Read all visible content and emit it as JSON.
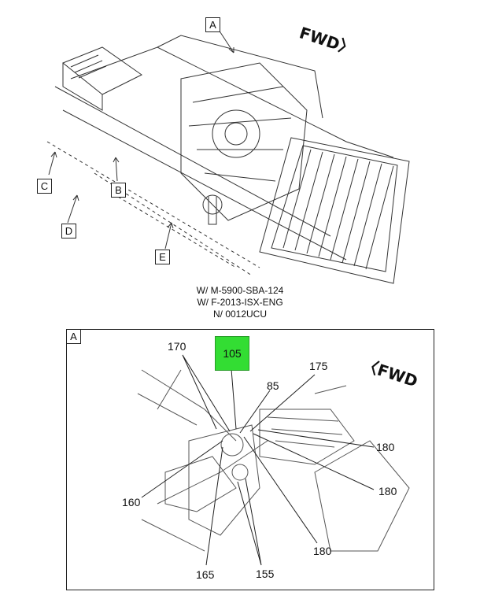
{
  "overview": {
    "view_labels": [
      "A",
      "B",
      "C",
      "D",
      "E"
    ],
    "fwd_label": "FWD"
  },
  "caption": {
    "lines": [
      "W/ M-5900-SBA-124",
      "W/ F-2013-ISX-ENG",
      "N/ 0012UCU"
    ]
  },
  "detail": {
    "frame_label": "A",
    "fwd_label": "FWD",
    "highlight_part": "105",
    "callouts": [
      "170",
      "175",
      "85",
      "180",
      "180",
      "180",
      "160",
      "165",
      "155"
    ]
  },
  "colors": {
    "highlight": "#33dd33",
    "line": "#222222"
  }
}
